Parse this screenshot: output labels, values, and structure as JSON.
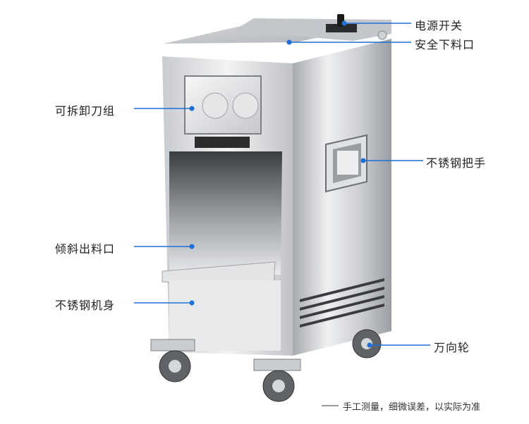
{
  "callouts": {
    "power_switch": "电源开关",
    "safety_inlet": "安全下料口",
    "blade_set": "可拆卸刀组",
    "handle": "不锈钢把手",
    "outlet": "倾斜出料口",
    "body": "不锈钢机身",
    "wheels": "万向轮"
  },
  "footnote": "手工测量，细微误差，以实际为准",
  "colors": {
    "leader_line": "#1f6fd6",
    "dot": "#1f6fd6",
    "steel_light": "#eef0f2",
    "steel_dark": "#8a8e93"
  }
}
